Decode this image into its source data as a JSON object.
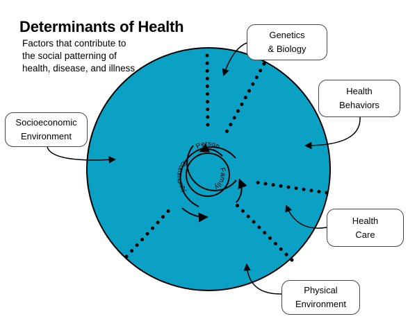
{
  "title": "Determinants of Health",
  "subtitle": [
    "Factors that contribute to",
    "the social patterning of",
    "health, disease, and illness"
  ],
  "colors": {
    "circle_fill": "#0aa1c4",
    "dots": "#000000",
    "box_border": "#444444"
  },
  "labels": {
    "genetics": [
      "Genetics",
      "& Biology"
    ],
    "behaviors": [
      "Health",
      "Behaviors"
    ],
    "socioeconomic": [
      "Socioeconomic",
      "Environment"
    ],
    "health_care": [
      "Health",
      "Care"
    ],
    "physical": [
      "Physical",
      "Environment"
    ]
  },
  "center": {
    "person": "Person",
    "family": "Family",
    "community": "Community"
  }
}
